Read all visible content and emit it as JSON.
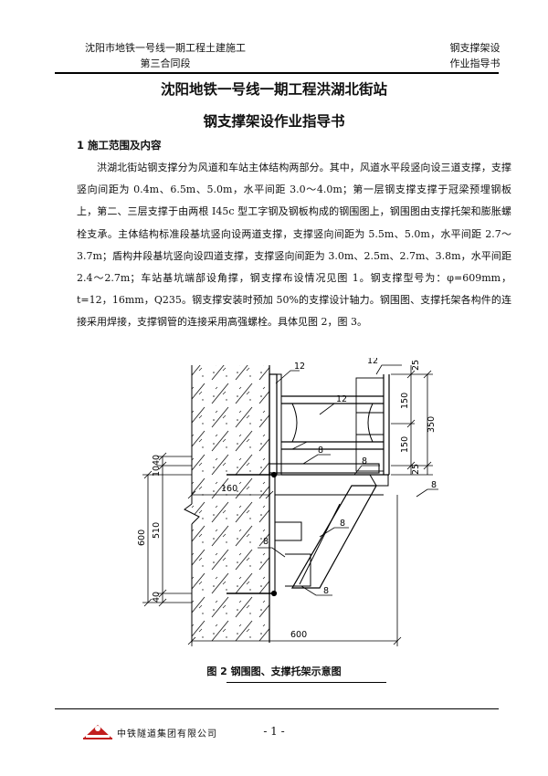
{
  "header": {
    "left_line1": "沈阳市地铁一号线一期工程土建施工",
    "left_line2": "第三合同段",
    "right_line1": "钢支撑架设",
    "right_line2": "作业指导书"
  },
  "document": {
    "title": "沈阳地铁一号线一期工程洪湖北街站",
    "subtitle": "钢支撑架设作业指导书"
  },
  "section": {
    "heading": "1 施工范围及内容",
    "paragraph": "洪湖北街站钢支撑分为风道和车站主体结构两部分。其中，风道水平段竖向设三道支撑，支撑竖向间距为 0.4m、6.5m、5.0m，水平间距 3.0～4.0m；第一层钢支撑支撑于冠梁预埋钢板上，第二、三层支撑于由两根 I45c 型工字钢及钢板构成的钢围图上，钢围图由支撑托架和膨胀螺栓支承。主体结构标准段基坑竖向设两道支撑，支撑竖向间距为 5.5m、5.0m，水平间距 2.7～3.7m；盾构井段基坑竖向设四道支撑，支撑竖向间距为 3.0m、2.5m、2.7m、3.8m，水平间距 2.4～2.7m；车站基坑端部设角撑，钢支撑布设情况见图 1。钢支撑型号为：φ=609mm，t=12，16mm，Q235。钢支撑安装时预加 50%的支撑设计轴力。钢围图、支撑托架各构件的连接采用焊接，支撑钢管的连接采用高强螺栓。具体见图 2，图 3。"
  },
  "figure": {
    "caption": "图 2  钢围图、支撑托架示意图",
    "dims": {
      "d12a": "12",
      "d12b": "12",
      "d12c": "12",
      "d25a": "25",
      "d25b": "25",
      "d150a": "150",
      "d150b": "150",
      "d350": "350",
      "d8a": "8",
      "d8b": "8",
      "d8c": "8",
      "d8d": "8",
      "d8e": "8",
      "d8f": "8",
      "d160": "160",
      "d40a": "40",
      "d10": "10",
      "d600v": "600",
      "d510": "510",
      "d40b": "40",
      "d600h": "600"
    }
  },
  "footer": {
    "company": "中铁隧道集团有限公司",
    "page": "- 1 -"
  }
}
